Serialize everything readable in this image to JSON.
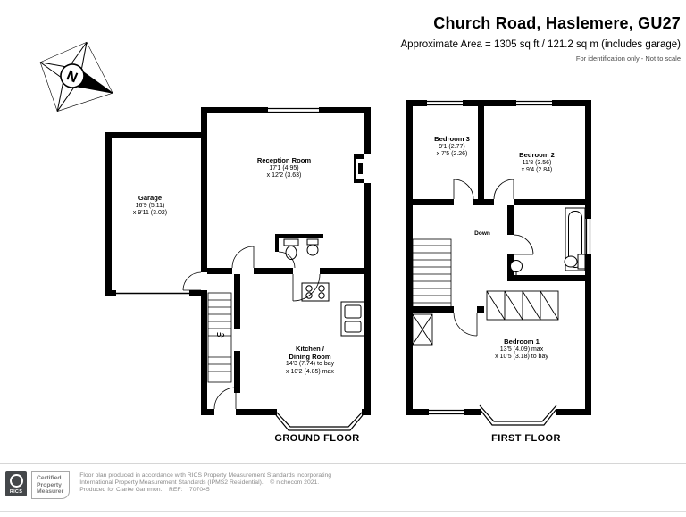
{
  "header": {
    "title": "Church Road, Haslemere, GU27",
    "area_line": "Approximate Area = 1305 sq ft / 121.2 sq m (includes garage)",
    "note": "For identification only - Not to scale"
  },
  "compass": {
    "north_label": "N"
  },
  "ground_floor": {
    "caption": "GROUND FLOOR",
    "stairs_label": "Up",
    "garage": {
      "name": "Garage",
      "dim_line1": "16'9 (5.11)",
      "dim_line2": "x 9'11 (3.02)"
    },
    "reception": {
      "name": "Reception Room",
      "dim_line1": "17'1 (4.95)",
      "dim_line2": "x 12'2 (3.63)"
    },
    "kitchen": {
      "name_line1": "Kitchen /",
      "name_line2": "Dining Room",
      "dim_line1": "14'3 (7.74) to bay",
      "dim_line2": "x 10'2 (4.85) max"
    }
  },
  "first_floor": {
    "caption": "FIRST FLOOR",
    "stairs_label": "Down",
    "bedroom1": {
      "name": "Bedroom 1",
      "dim_line1": "13'5 (4.09) max",
      "dim_line2": "x 10'5 (3.18) to bay"
    },
    "bedroom2": {
      "name": "Bedroom 2",
      "dim_line1": "11'8 (3.56)",
      "dim_line2": "x 9'4 (2.84)"
    },
    "bedroom3": {
      "name": "Bedroom 3",
      "dim_line1": "9'1 (2.77)",
      "dim_line2": "x 7'5 (2.26)"
    }
  },
  "footer": {
    "rics_acronym": "RICS",
    "badge": [
      "Certified",
      "Property",
      "Measurer"
    ],
    "line1": "Floor plan produced in accordance with RICS Property Measurement Standards incorporating",
    "line2": "International Property Measurement Standards (IPMS2 Residential).    © nichecom 2021.",
    "line3": "Produced for Clarke Gammon.    REF:    707045"
  },
  "colors": {
    "wall": "#000000",
    "muted_text": "#8b8b8b",
    "background": "#ffffff"
  }
}
